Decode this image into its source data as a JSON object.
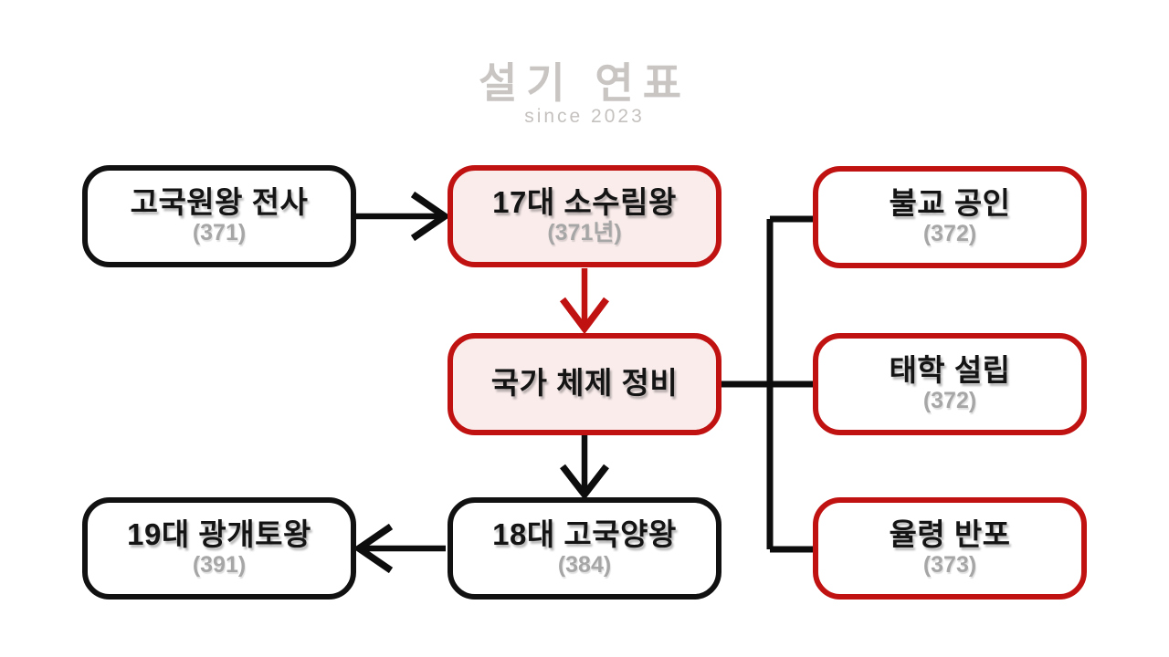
{
  "watermark": {
    "title": "설기 연표",
    "subtitle": "since 2023"
  },
  "colors": {
    "accent_red": "#c11212",
    "pink_fill": "#f9eceb",
    "node_black": "#111111",
    "year_gray": "#a6a6a6",
    "watermark_gray": "#b7b2b0"
  },
  "boxes": [
    {
      "id": "gogukwon-death",
      "title": "고국원왕 전사",
      "year": "(371)",
      "style": "black"
    },
    {
      "id": "sosurim-king",
      "title": "17대 소수림왕",
      "year": "(371년)",
      "style": "red-filled"
    },
    {
      "id": "buddhism",
      "title": "불교 공인",
      "year": "(372)",
      "style": "red"
    },
    {
      "id": "state-system",
      "title": "국가 체제 정비",
      "year": "",
      "style": "red-filled"
    },
    {
      "id": "taehak",
      "title": "태학 설립",
      "year": "(372)",
      "style": "red"
    },
    {
      "id": "gwanggaeto-king",
      "title": "19대 광개토왕",
      "year": "(391)",
      "style": "black"
    },
    {
      "id": "goguryang-king",
      "title": "18대 고국양왕",
      "year": "(384)",
      "style": "black"
    },
    {
      "id": "yullyeong",
      "title": "율령 반포",
      "year": "(373)",
      "style": "red"
    }
  ]
}
